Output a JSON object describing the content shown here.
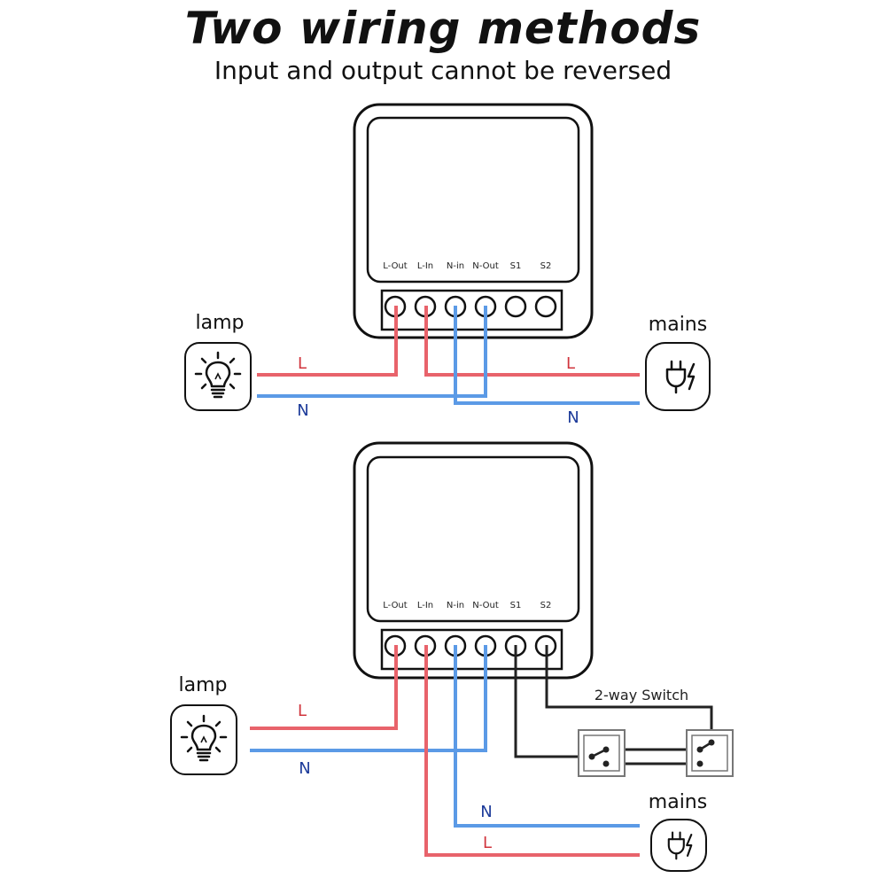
{
  "header": {
    "title": "Two wiring methods",
    "subtitle": "Input and output cannot be reversed"
  },
  "terminals": [
    "L-Out",
    "L-In",
    "N-in",
    "N-Out",
    "S1",
    "S2"
  ],
  "diagram1": {
    "lamp_label": "lamp",
    "mains_label": "mains",
    "lamp_L": "L",
    "lamp_N": "N",
    "mains_L": "L",
    "mains_N": "N"
  },
  "diagram2": {
    "lamp_label": "lamp",
    "mains_label": "mains",
    "lamp_L": "L",
    "lamp_N": "N",
    "mains_N": "N",
    "mains_L": "L",
    "switch_label": "2-way Switch"
  },
  "colors": {
    "live": "#e8636b",
    "neutral": "#5b9ae6",
    "switch_wire": "#222222",
    "label_red": "#d0343c",
    "label_blue": "#1d3b9a"
  },
  "icons": [
    "lightbulb-icon",
    "power-plug-icon"
  ]
}
